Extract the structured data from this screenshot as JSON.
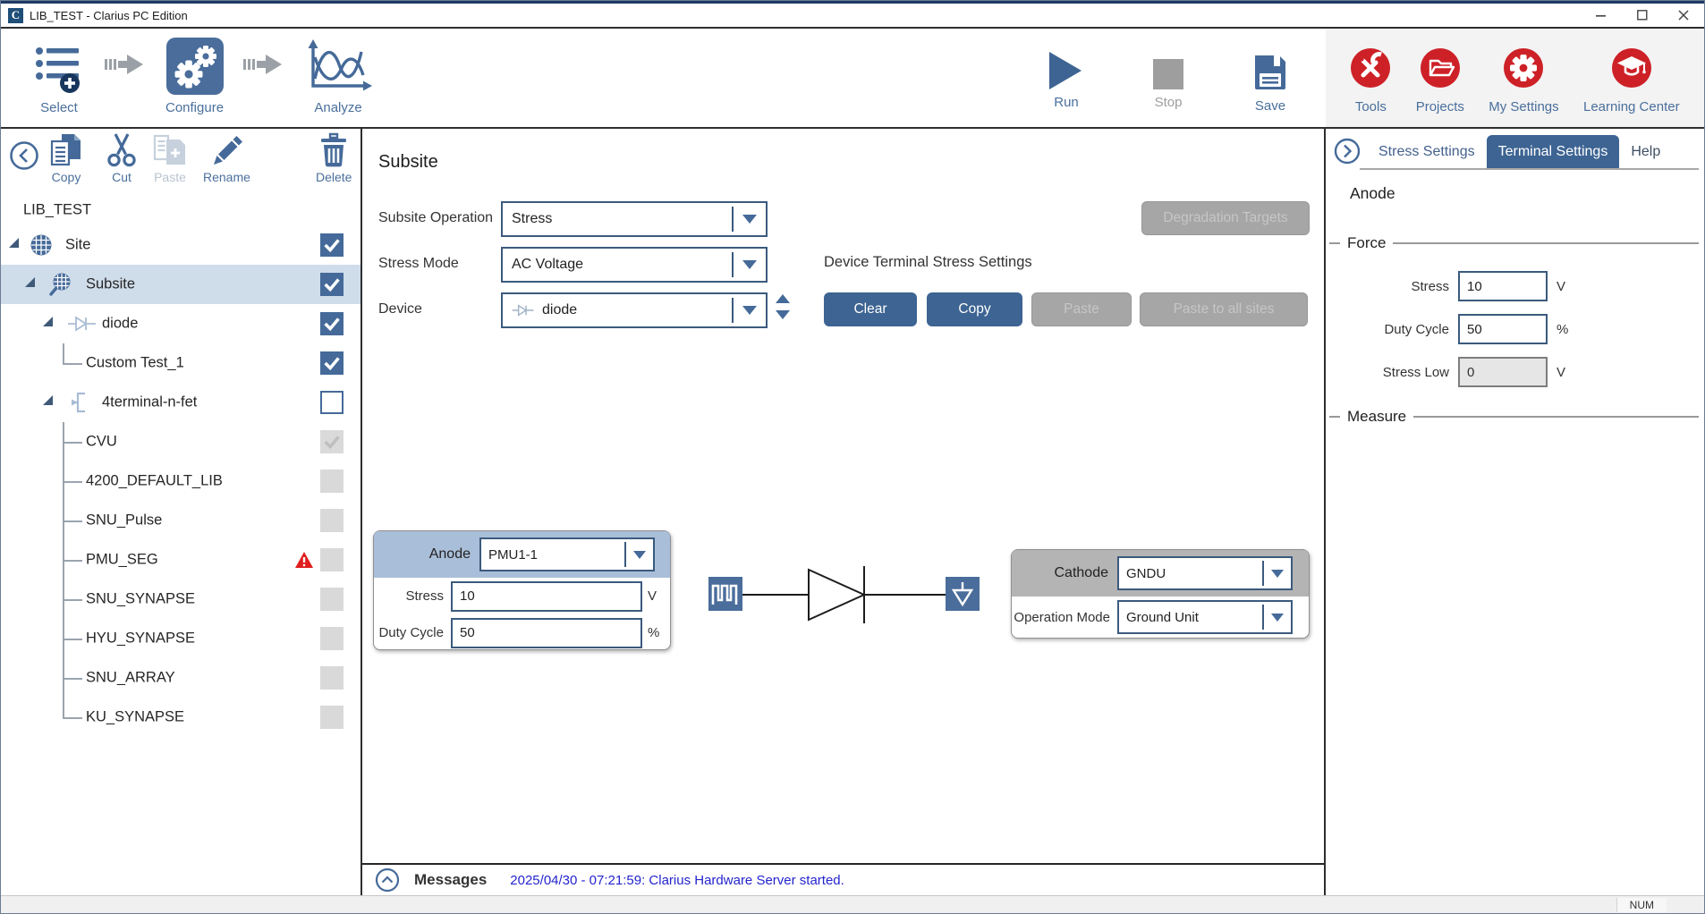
{
  "window": {
    "logo_letter": "C",
    "title": "LIB_TEST - Clarius PC Edition"
  },
  "toolbar": {
    "nav": [
      {
        "label": "Select",
        "icon": "select-list-icon",
        "active": false
      },
      {
        "label": "Configure",
        "icon": "configure-gears-icon",
        "active": true
      },
      {
        "label": "Analyze",
        "icon": "analyze-chart-icon",
        "active": false
      }
    ],
    "run": {
      "label": "Run"
    },
    "stop": {
      "label": "Stop"
    },
    "save": {
      "label": "Save"
    },
    "utility": [
      {
        "label": "Tools",
        "icon": "tools-icon"
      },
      {
        "label": "Projects",
        "icon": "projects-folder-icon"
      },
      {
        "label": "My Settings",
        "icon": "settings-gear-icon"
      },
      {
        "label": "Learning Center",
        "icon": "learning-cap-icon"
      }
    ]
  },
  "sidebar": {
    "tools": {
      "copy": "Copy",
      "cut": "Cut",
      "paste": "Paste",
      "rename": "Rename",
      "delete": "Delete"
    },
    "tree": [
      {
        "label": "LIB_TEST",
        "level": 0
      },
      {
        "label": "Site",
        "level": 1,
        "icon": "wafer",
        "expand": true,
        "check": "checked"
      },
      {
        "label": "Subsite",
        "level": 2,
        "icon": "subsite",
        "expand": true,
        "check": "checked",
        "selected": true
      },
      {
        "label": "diode",
        "level": 3,
        "icon": "diode",
        "expand": true,
        "check": "checked"
      },
      {
        "label": "Custom Test_1",
        "level": 4,
        "connector": "elbow",
        "check": "checked"
      },
      {
        "label": "4terminal-n-fet",
        "level": 3,
        "icon": "fet",
        "expand": true,
        "check": "empty"
      },
      {
        "label": "CVU",
        "level": 4,
        "connector": "tee",
        "check": "dchecked"
      },
      {
        "label": "4200_DEFAULT_LIB",
        "level": 4,
        "connector": "tee",
        "check": "dempty"
      },
      {
        "label": "SNU_Pulse",
        "level": 4,
        "connector": "tee",
        "check": "dempty"
      },
      {
        "label": "PMU_SEG",
        "level": 4,
        "connector": "tee",
        "check": "dempty",
        "warning": true
      },
      {
        "label": "SNU_SYNAPSE",
        "level": 4,
        "connector": "tee",
        "check": "dempty"
      },
      {
        "label": "HYU_SYNAPSE",
        "level": 4,
        "connector": "tee",
        "check": "dempty"
      },
      {
        "label": "SNU_ARRAY",
        "level": 4,
        "connector": "tee",
        "check": "dempty"
      },
      {
        "label": "KU_SYNAPSE",
        "level": 4,
        "connector": "elbow",
        "check": "dempty"
      }
    ]
  },
  "main": {
    "title": "Subsite",
    "subsite_operation": {
      "label": "Subsite Operation",
      "value": "Stress"
    },
    "stress_mode": {
      "label": "Stress Mode",
      "value": "AC Voltage"
    },
    "device": {
      "label": "Device",
      "value": "diode"
    },
    "degradation_targets_label": "Degradation Targets",
    "terminal_settings_label": "Device Terminal Stress Settings",
    "clear_label": "Clear",
    "copy_label": "Copy",
    "paste_label": "Paste",
    "paste_all_label": "Paste to all sites",
    "anode": {
      "title": "Anode",
      "channel": "PMU1-1",
      "stress": {
        "label": "Stress",
        "value": "10",
        "unit": "V"
      },
      "duty": {
        "label": "Duty Cycle",
        "value": "50",
        "unit": "%"
      }
    },
    "cathode": {
      "title": "Cathode",
      "channel": "GNDU",
      "operation_mode": {
        "label": "Operation Mode",
        "value": "Ground Unit"
      }
    },
    "messages": {
      "label": "Messages",
      "text": "2025/04/30 - 07:21:59: Clarius Hardware Server started."
    }
  },
  "right_panel": {
    "tabs": [
      {
        "label": "Stress Settings",
        "active": false
      },
      {
        "label": "Terminal Settings",
        "active": true
      },
      {
        "label": "Help",
        "active": false
      }
    ],
    "terminal": "Anode",
    "force_label": "Force",
    "force_rows": [
      {
        "label": "Stress",
        "value": "10",
        "unit": "V",
        "disabled": false
      },
      {
        "label": "Duty Cycle",
        "value": "50",
        "unit": "%",
        "disabled": false
      },
      {
        "label": "Stress Low",
        "value": "0",
        "unit": "V",
        "disabled": true
      }
    ],
    "measure_label": "Measure"
  },
  "statusbar": {
    "num": "NUM"
  },
  "colors": {
    "accent": "#456a99",
    "active_tab": "#3d6492",
    "red": "#cd2127",
    "selected_row": "#cfdcea",
    "disabled_gray": "#a6a6a6",
    "message_blue": "#2424cd"
  }
}
